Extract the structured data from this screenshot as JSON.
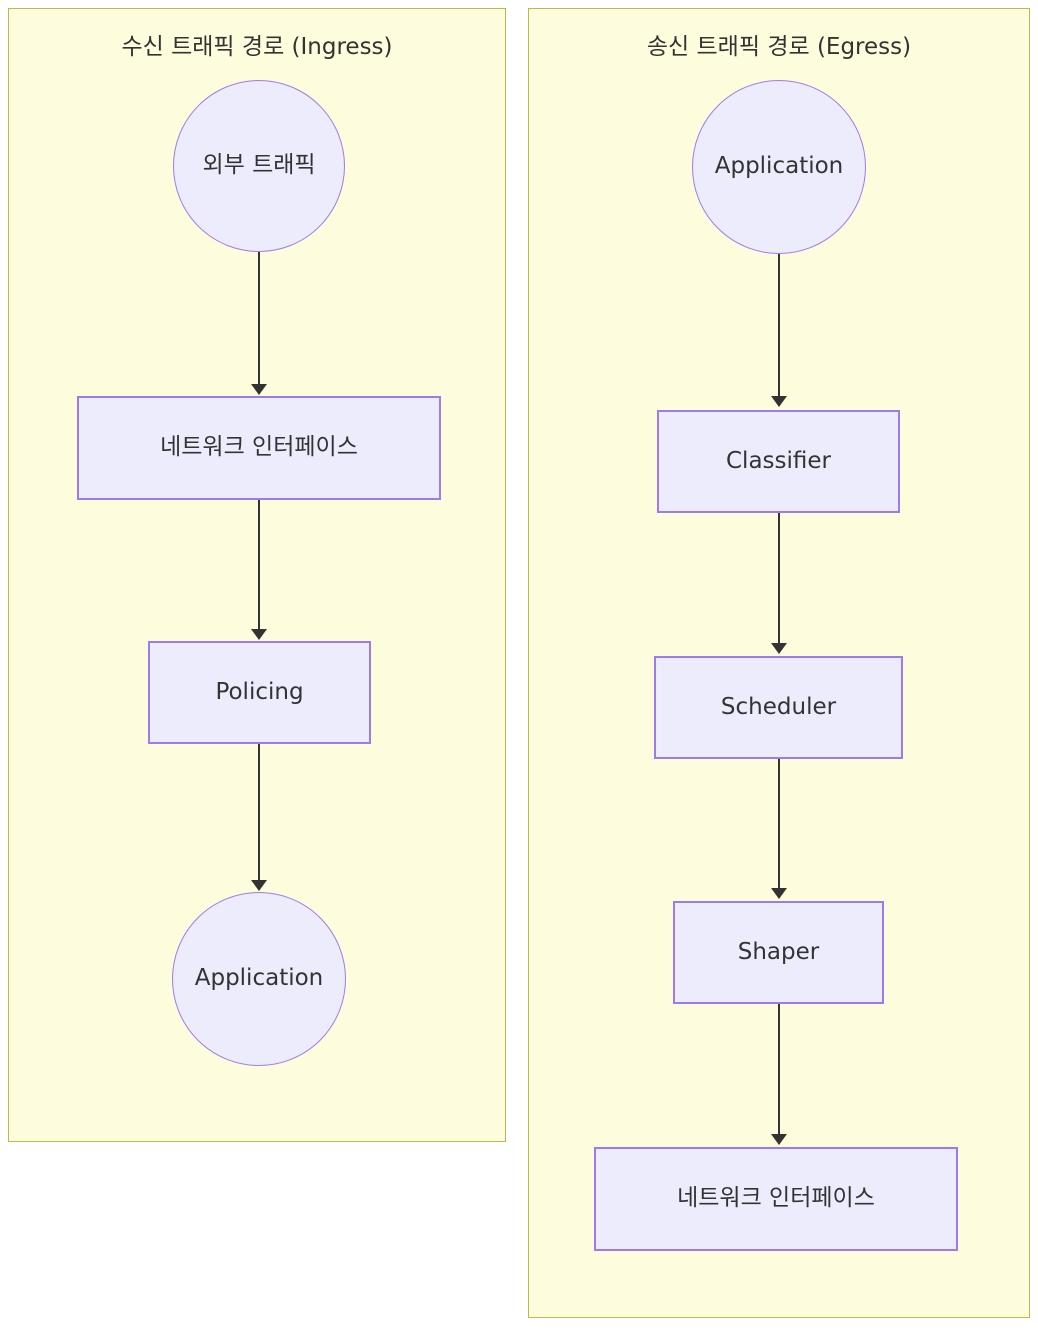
{
  "diagram": {
    "type": "flowchart",
    "direction": "top-to-bottom",
    "background_color": "#ffffff",
    "subgraph_fill": "#fdfcdc",
    "subgraph_stroke": "#bfb749",
    "node_fill": "#ececfd",
    "node_stroke": "#9e7bec",
    "edge_color": "#333333",
    "text_color": "#333333"
  },
  "subgraphs": [
    {
      "id": "ingress",
      "title": "수신 트래픽 경로 (Ingress)",
      "nodes": [
        {
          "id": "ing-external",
          "label": "외부 트래픽",
          "shape": "circle"
        },
        {
          "id": "ing-nic",
          "label": "네트워크 인터페이스",
          "shape": "rect"
        },
        {
          "id": "ing-policing",
          "label": "Policing",
          "shape": "rect"
        },
        {
          "id": "ing-app",
          "label": "Application",
          "shape": "circle"
        }
      ],
      "edges": [
        {
          "from": "ing-external",
          "to": "ing-nic"
        },
        {
          "from": "ing-nic",
          "to": "ing-policing"
        },
        {
          "from": "ing-policing",
          "to": "ing-app"
        }
      ]
    },
    {
      "id": "egress",
      "title": "송신 트래픽 경로 (Egress)",
      "nodes": [
        {
          "id": "eg-app",
          "label": "Application",
          "shape": "circle"
        },
        {
          "id": "eg-classifier",
          "label": "Classifier",
          "shape": "rect"
        },
        {
          "id": "eg-scheduler",
          "label": "Scheduler",
          "shape": "rect"
        },
        {
          "id": "eg-shaper",
          "label": "Shaper",
          "shape": "rect"
        },
        {
          "id": "eg-nic",
          "label": "네트워크 인터페이스",
          "shape": "rect"
        }
      ],
      "edges": [
        {
          "from": "eg-app",
          "to": "eg-classifier"
        },
        {
          "from": "eg-classifier",
          "to": "eg-scheduler"
        },
        {
          "from": "eg-scheduler",
          "to": "eg-shaper"
        },
        {
          "from": "eg-shaper",
          "to": "eg-nic"
        }
      ]
    }
  ]
}
